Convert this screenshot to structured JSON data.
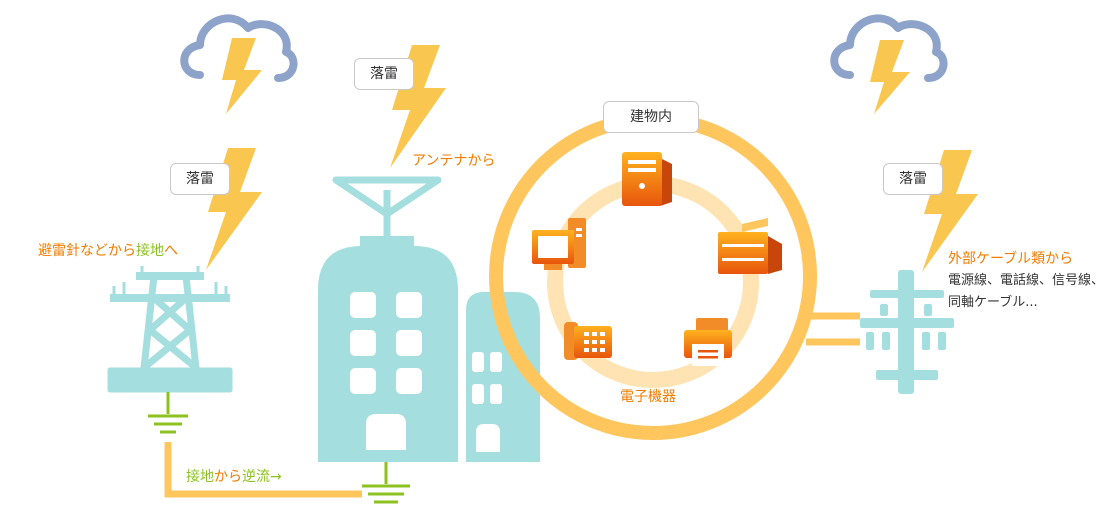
{
  "labels": {
    "strike_left": "落雷",
    "strike_center": "落雷",
    "strike_right": "落雷",
    "building_inside": "建物内",
    "antenna_from": "アンテナから",
    "lightning_rod_a": "避雷針などから",
    "lightning_rod_b": "接地",
    "lightning_rod_c": "へ",
    "ground_reverse_a": "接地",
    "ground_reverse_b": "から",
    "ground_reverse_c": "逆流→",
    "external_cable": "外部ケーブル類から",
    "cable_line1": "電源線、電話線、信号線、",
    "cable_line2": "同軸ケーブル...",
    "electronic_devices": "電子機器"
  },
  "colors": {
    "lightning": "#f9c74f",
    "cloud": "#8ea3c9",
    "building": "#a4dede",
    "ring": "#ffc65e",
    "inner_ring": "#ffe3b3",
    "ground_wire": "#ffc65e",
    "ground_symbol": "#8cc21f",
    "orange_text": "#f07d00",
    "green_text": "#8cc21f"
  },
  "icons": [
    "cloud-icon",
    "lightning-icon",
    "transmission-tower-icon",
    "antenna-icon",
    "building-icon",
    "utility-pole-icon",
    "ground-symbol-icon",
    "server-icon",
    "copier-icon",
    "printer-icon",
    "telephone-icon",
    "desktop-computer-icon"
  ]
}
